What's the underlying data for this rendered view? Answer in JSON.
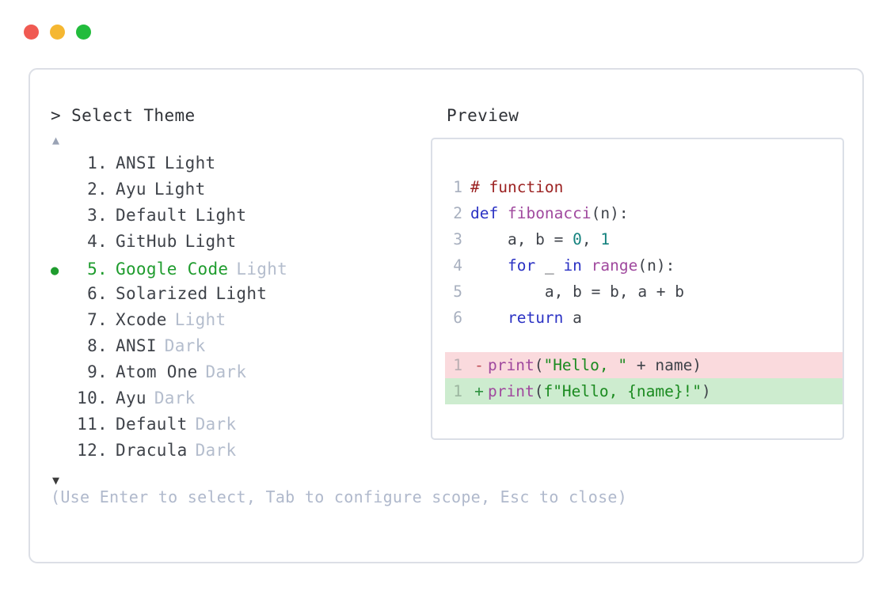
{
  "window": {
    "dots": [
      {
        "name": "close",
        "color": "#f05a52"
      },
      {
        "name": "minimize",
        "color": "#f5b731"
      },
      {
        "name": "maximize",
        "color": "#22bc3c"
      }
    ]
  },
  "header": {
    "prompt": "> Select Theme",
    "preview_label": "Preview"
  },
  "scroll": {
    "up_arrow": "▲",
    "down_arrow": "▼"
  },
  "theme_list": {
    "selected_index": 5,
    "selected_bullet": "●",
    "accent_color": "#1f9c2e",
    "items": [
      {
        "index": "1.",
        "name": "ANSI",
        "variant": "Light",
        "variant_muted": false,
        "selected": false
      },
      {
        "index": "2.",
        "name": "Ayu",
        "variant": "Light",
        "variant_muted": false,
        "selected": false
      },
      {
        "index": "3.",
        "name": "Default",
        "variant": "Light",
        "variant_muted": false,
        "selected": false
      },
      {
        "index": "4.",
        "name": "GitHub",
        "variant": "Light",
        "variant_muted": false,
        "selected": false
      },
      {
        "index": "5.",
        "name": "Google Code",
        "variant": "Light",
        "variant_muted": true,
        "selected": true
      },
      {
        "index": "6.",
        "name": "Solarized",
        "variant": "Light",
        "variant_muted": false,
        "selected": false
      },
      {
        "index": "7.",
        "name": "Xcode",
        "variant": "Light",
        "variant_muted": true,
        "selected": false
      },
      {
        "index": "8.",
        "name": "ANSI",
        "variant": "Dark",
        "variant_muted": true,
        "selected": false
      },
      {
        "index": "9.",
        "name": "Atom One",
        "variant": "Dark",
        "variant_muted": true,
        "selected": false
      },
      {
        "index": "10.",
        "name": "Ayu",
        "variant": "Dark",
        "variant_muted": true,
        "selected": false
      },
      {
        "index": "11.",
        "name": "Default",
        "variant": "Dark",
        "variant_muted": true,
        "selected": false
      },
      {
        "index": "12.",
        "name": "Dracula",
        "variant": "Dark",
        "variant_muted": true,
        "selected": false
      }
    ]
  },
  "preview": {
    "code_lines": [
      {
        "ln": "1",
        "tokens": [
          {
            "t": "# function",
            "c": "comment"
          }
        ]
      },
      {
        "ln": "2",
        "tokens": [
          {
            "t": "def ",
            "c": "kw"
          },
          {
            "t": "fibonacci",
            "c": "fn"
          },
          {
            "t": "(n):",
            "c": "plain"
          }
        ]
      },
      {
        "ln": "3",
        "tokens": [
          {
            "t": "    a, b = ",
            "c": "plain"
          },
          {
            "t": "0",
            "c": "num"
          },
          {
            "t": ", ",
            "c": "plain"
          },
          {
            "t": "1",
            "c": "num"
          }
        ]
      },
      {
        "ln": "4",
        "tokens": [
          {
            "t": "    ",
            "c": "plain"
          },
          {
            "t": "for",
            "c": "kw"
          },
          {
            "t": " _ ",
            "c": "plain"
          },
          {
            "t": "in",
            "c": "kw"
          },
          {
            "t": " ",
            "c": "plain"
          },
          {
            "t": "range",
            "c": "fn"
          },
          {
            "t": "(n):",
            "c": "plain"
          }
        ]
      },
      {
        "ln": "5",
        "tokens": [
          {
            "t": "        a, b = b, a + b",
            "c": "plain"
          }
        ]
      },
      {
        "ln": "6",
        "tokens": [
          {
            "t": "    ",
            "c": "plain"
          },
          {
            "t": "return",
            "c": "kw"
          },
          {
            "t": " a",
            "c": "plain"
          }
        ]
      }
    ],
    "diff_lines": [
      {
        "ln": "1",
        "mark": "-",
        "kind": "del",
        "tokens": [
          {
            "t": "print",
            "c": "fn"
          },
          {
            "t": "(",
            "c": "plain"
          },
          {
            "t": "\"Hello, \"",
            "c": "str"
          },
          {
            "t": " + name)",
            "c": "plain"
          }
        ]
      },
      {
        "ln": "1",
        "mark": "+",
        "kind": "add",
        "tokens": [
          {
            "t": "print",
            "c": "fn"
          },
          {
            "t": "(",
            "c": "plain"
          },
          {
            "t": "f\"Hello, {name}!\"",
            "c": "str"
          },
          {
            "t": ")",
            "c": "plain"
          }
        ]
      }
    ],
    "colors": {
      "comment": "#9c2222",
      "keyword": "#2b32c4",
      "function": "#a0499e",
      "number": "#15827e",
      "string": "#1a8a1f",
      "plain": "#3f434a",
      "diff_del_bg": "#fadadd",
      "diff_add_bg": "#cdeccf"
    }
  },
  "footer": {
    "hint": "(Use Enter to select, Tab to configure scope, Esc to close)"
  }
}
